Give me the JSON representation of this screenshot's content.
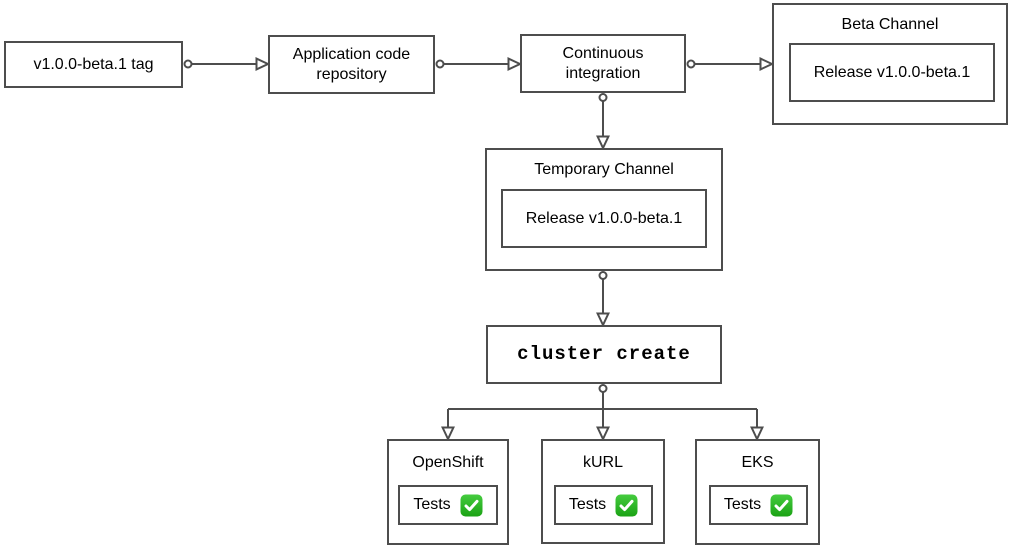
{
  "diagram": {
    "background_color": "#ffffff",
    "stroke_color": "#4d4d4d",
    "text_color": "#000000",
    "check_green_top": "#45cc3f",
    "check_green_bottom": "#1ba214",
    "nodes": {
      "tag": {
        "label": "v1.0.0-beta.1 tag"
      },
      "repo": {
        "label": "Application code repository"
      },
      "ci": {
        "label": "Continuous integration"
      },
      "beta_channel": {
        "title": "Beta Channel",
        "release_label": "Release v1.0.0-beta.1"
      },
      "temporary_channel": {
        "title": "Temporary Channel",
        "release_label": "Release v1.0.0-beta.1"
      },
      "cluster_create": {
        "label": "cluster create"
      },
      "clusters": [
        {
          "title": "OpenShift",
          "tests_label": "Tests",
          "status_icon": "check-mark-button"
        },
        {
          "title": "kURL",
          "tests_label": "Tests",
          "status_icon": "check-mark-button"
        },
        {
          "title": "EKS",
          "tests_label": "Tests",
          "status_icon": "check-mark-button"
        }
      ]
    }
  }
}
